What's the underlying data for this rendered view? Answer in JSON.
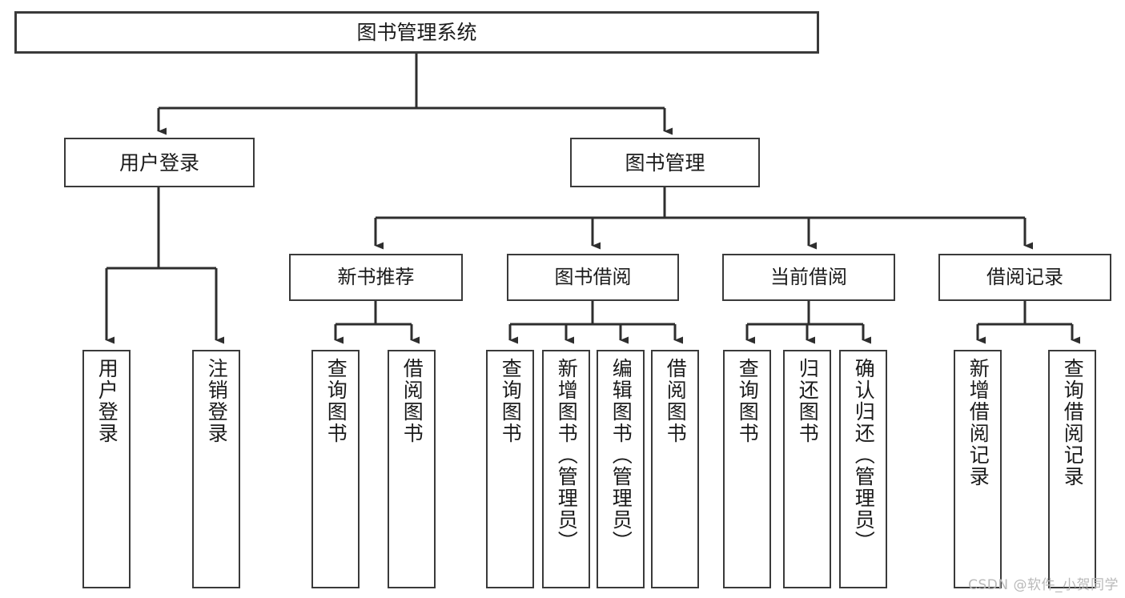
{
  "diagram": {
    "title": "图书管理系统",
    "type": "tree-hierarchy-chart",
    "orientation": "top-down",
    "colors": {
      "box_border": "#3a3a3a",
      "box_fill": "#ffffff",
      "edge": "#2e2e2e",
      "text": "#1b1b1b",
      "watermark": "#b9b9b9",
      "background": "#ffffff"
    }
  },
  "root": {
    "id": "root",
    "label": "图书管理系统"
  },
  "level1": [
    {
      "id": "user-login",
      "label": "用户登录"
    },
    {
      "id": "book-manage",
      "label": "图书管理"
    }
  ],
  "level2": [
    {
      "id": "new-book-recommend",
      "label": "新书推荐",
      "parent": "book-manage"
    },
    {
      "id": "book-borrow",
      "label": "图书借阅",
      "parent": "book-manage"
    },
    {
      "id": "current-borrow",
      "label": "当前借阅",
      "parent": "book-manage"
    },
    {
      "id": "borrow-record",
      "label": "借阅记录",
      "parent": "book-manage"
    }
  ],
  "leaves": [
    {
      "id": "leaf-user-login",
      "label": "用户登录",
      "parent": "user-login"
    },
    {
      "id": "leaf-user-logout",
      "label": "注销登录",
      "parent": "user-login"
    },
    {
      "id": "leaf-query-book-1",
      "label": "查询图书",
      "parent": "new-book-recommend"
    },
    {
      "id": "leaf-borrow-book-1",
      "label": "借阅图书",
      "parent": "new-book-recommend"
    },
    {
      "id": "leaf-query-book-2",
      "label": "查询图书",
      "parent": "book-borrow"
    },
    {
      "id": "leaf-add-book",
      "label": "新增图书（管理员）",
      "parent": "book-borrow"
    },
    {
      "id": "leaf-edit-book",
      "label": "编辑图书（管理员）",
      "parent": "book-borrow"
    },
    {
      "id": "leaf-borrow-book-2",
      "label": "借阅图书",
      "parent": "book-borrow"
    },
    {
      "id": "leaf-query-book-3",
      "label": "查询图书",
      "parent": "current-borrow"
    },
    {
      "id": "leaf-return-book",
      "label": "归还图书",
      "parent": "current-borrow"
    },
    {
      "id": "leaf-confirm-return",
      "label": "确认归还（管理员）",
      "parent": "current-borrow"
    },
    {
      "id": "leaf-add-record",
      "label": "新增借阅记录",
      "parent": "borrow-record"
    },
    {
      "id": "leaf-query-record",
      "label": "查询借阅记录",
      "parent": "borrow-record"
    }
  ],
  "watermark": {
    "text": "CSDN @软件_小贺同学"
  }
}
